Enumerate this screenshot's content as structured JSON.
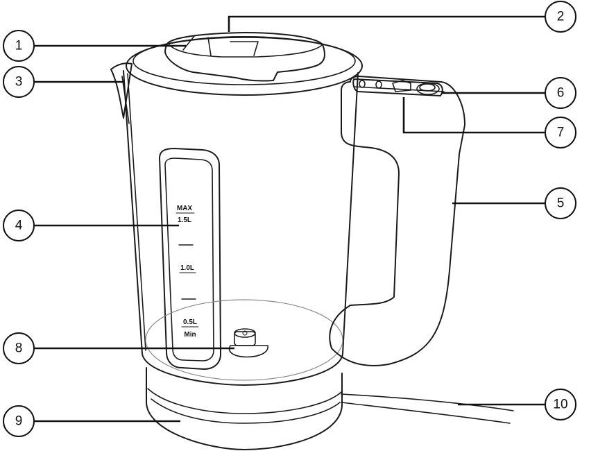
{
  "scale": {
    "max_label": "MAX",
    "max_volume": "1.5L",
    "mid_label": "1.0L",
    "min_volume": "0.5L",
    "min_label": "Min"
  },
  "callouts": [
    {
      "number": "1"
    },
    {
      "number": "2"
    },
    {
      "number": "3"
    },
    {
      "number": "4"
    },
    {
      "number": "5"
    },
    {
      "number": "6"
    },
    {
      "number": "7"
    },
    {
      "number": "8"
    },
    {
      "number": "9"
    },
    {
      "number": "10"
    }
  ]
}
